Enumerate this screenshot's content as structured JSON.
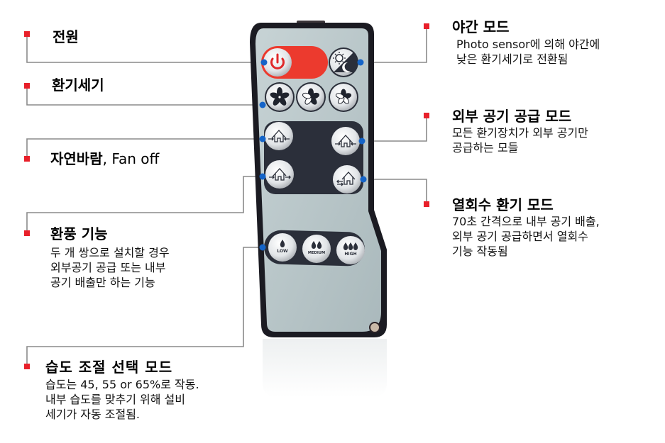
{
  "colors": {
    "marker": "#e8202a",
    "dot": "#1464c8",
    "connector": "#8a8a8a",
    "remote_body": "#1b1b22",
    "remote_face": "#b8c6c8",
    "panel": "#2b2f3a",
    "power_pill": "#ec3a2e",
    "button": "#e6e8ea"
  },
  "callouts": {
    "power": {
      "title": "전원"
    },
    "fan_speed": {
      "title": "환기세기"
    },
    "natural_wind": {
      "title": "자연바람",
      "title_suffix": ", Fan off"
    },
    "ventilation": {
      "title": "환풍 기능",
      "lines": [
        "두 개 쌍으로 설치할 경우",
        "외부공기 공급 또는 내부",
        "공기 배출만 하는 기능"
      ]
    },
    "humidity": {
      "title": "습도 조절 선택 모드",
      "lines": [
        "습도는 45, 55 or 65%로 작동.",
        "내부 습도를 맞추기 위해 설비",
        "세기가 자동 조절됨."
      ]
    },
    "night_mode": {
      "title": "야간 모드",
      "lines": [
        "Photo sensor에 의해 야간에",
        "낮은 환기세기로 전환됨"
      ]
    },
    "supply_mode": {
      "title": "외부 공기 공급 모드",
      "lines": [
        "모든 환기장치가 외부 공기만",
        "공급하는 모들"
      ]
    },
    "heat_recovery": {
      "title": "열회수 환기 모드",
      "lines": [
        "70초 간격으로 내부 공기 배출,",
        "외부 공기 공급하면서 열회수",
        "기능 작동됨"
      ]
    }
  },
  "remote": {
    "buttons": {
      "power": {
        "icon": "power-icon"
      },
      "night": {
        "icon": "sun-moon-icon"
      },
      "fan_high": {
        "icon": "fan-full-icon"
      },
      "fan_mid": {
        "icon": "fan-half-icon"
      },
      "fan_low": {
        "icon": "fan-outline-icon"
      },
      "natural_wind": {
        "icon": "house-arrows-in-icon"
      },
      "supply": {
        "icon": "house-arrows-in-icon"
      },
      "ventilation": {
        "icon": "house-arrows-through-icon"
      },
      "heat_recovery": {
        "icon": "house-arrows-cycle-icon"
      },
      "humidity_low": {
        "label": "LOW",
        "drops": 1
      },
      "humidity_medium": {
        "label": "MEDIUM",
        "drops": 2
      },
      "humidity_high": {
        "label": "HIGH",
        "drops": 3
      }
    }
  }
}
